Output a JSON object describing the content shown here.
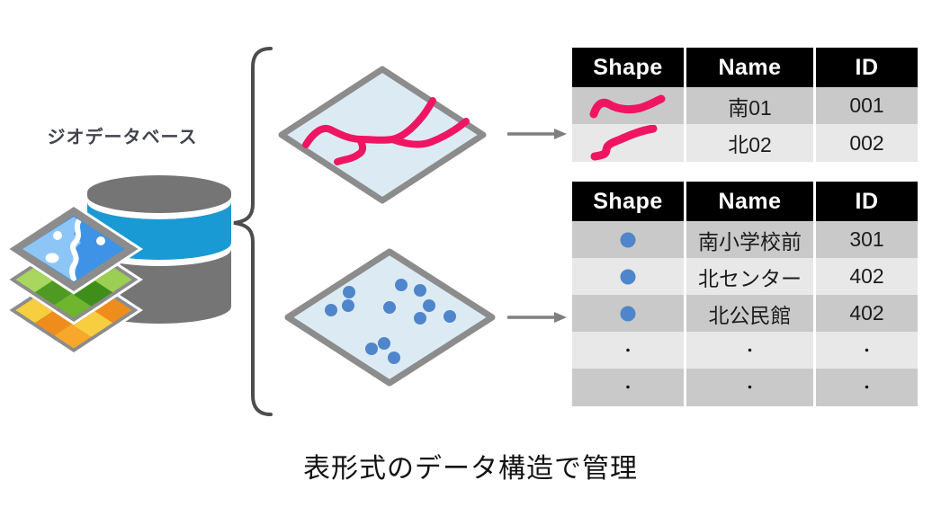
{
  "page": {
    "caption": "表形式のデータ構造で管理",
    "background": "#ffffff"
  },
  "geodatabase": {
    "label": "ジオデータベース",
    "icon": "geodatabase-icon",
    "parts": [
      "database-cylinder-icon",
      "layer-stack-icon"
    ],
    "colors": {
      "cylinder_gray": "#757575",
      "cylinder_blue": "#1A9AD4",
      "tile_border": "#8C8C8C",
      "imagery_tile_blue": "#3E93E6",
      "imagery_tile_light": "#8CC6F7",
      "green_tile": "#7CBE3D",
      "orange_tile": "#F09A20"
    }
  },
  "brace": {
    "icon": "left-curly-brace",
    "color": "#4D4D4D"
  },
  "layers": [
    {
      "name": "line-feature-map",
      "icon": "map-tile-pink-lines-icon",
      "fill": "#DCEBF3",
      "border": "#8C8C8C",
      "line_color": "#F01563"
    },
    {
      "name": "point-feature-map",
      "icon": "map-tile-blue-points-icon",
      "fill": "#DCEBF3",
      "border": "#8C8C8C",
      "point_color": "#4F86CB",
      "point_count": 12
    }
  ],
  "arrows": {
    "icon": "right-arrow",
    "color": "#7F7F7F"
  },
  "tables": [
    {
      "name": "line-attribute-table",
      "columns": [
        "Shape",
        "Name",
        "ID"
      ],
      "header_bg": "#000000",
      "header_color": "#FFFFFF",
      "row_colors": [
        "#C9C9C9",
        "#E8E8E8"
      ],
      "rows": [
        {
          "shape": "pink-line-icon",
          "name": "南01",
          "id": "001"
        },
        {
          "shape": "pink-line-icon",
          "name": "北02",
          "id": "002"
        }
      ]
    },
    {
      "name": "point-attribute-table",
      "columns": [
        "Shape",
        "Name",
        "ID"
      ],
      "header_bg": "#000000",
      "header_color": "#FFFFFF",
      "row_colors": [
        "#C9C9C9",
        "#E8E8E8"
      ],
      "rows": [
        {
          "shape": "blue-point-icon",
          "name": "南小学校前",
          "id": "301"
        },
        {
          "shape": "blue-point-icon",
          "name": "北センター",
          "id": "402"
        },
        {
          "shape": "blue-point-icon",
          "name": "北公民館",
          "id": "402"
        },
        {
          "shape": "ellipsis-dot",
          "name": "・",
          "id": "・"
        },
        {
          "shape": "ellipsis-dot",
          "name": "・",
          "id": "・"
        }
      ]
    }
  ]
}
